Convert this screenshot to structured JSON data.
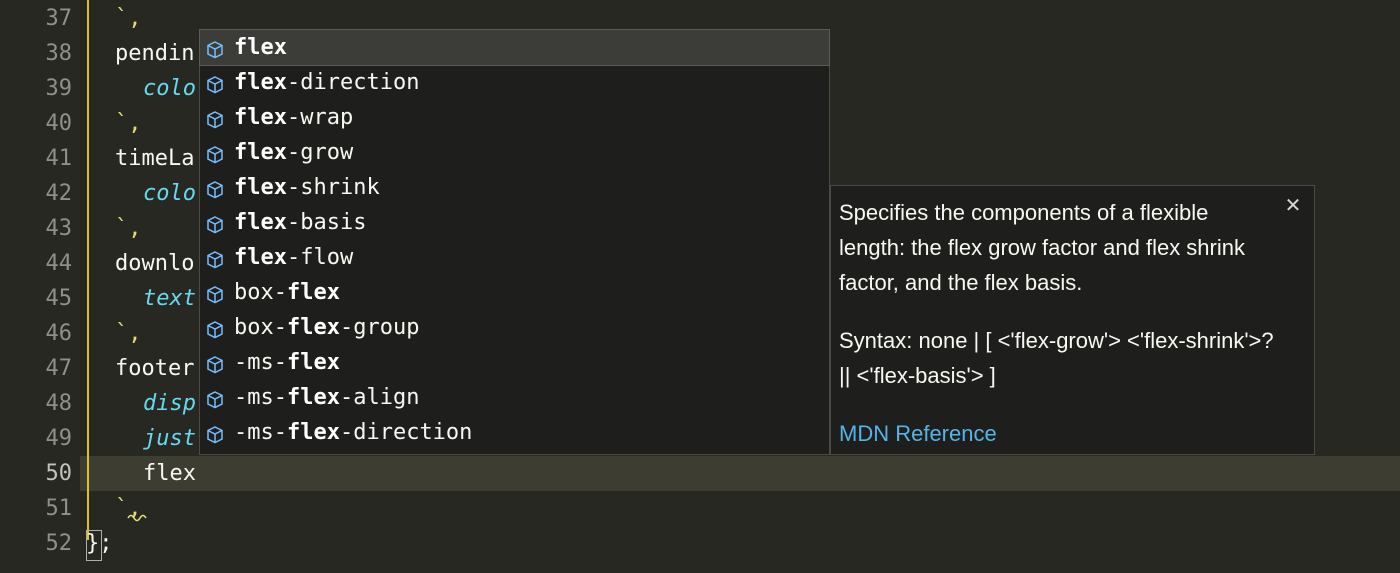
{
  "gutter": [
    "37",
    "38",
    "39",
    "40",
    "41",
    "42",
    "43",
    "44",
    "45",
    "46",
    "47",
    "48",
    "49",
    "50",
    "51",
    "52"
  ],
  "active_line": "50",
  "code": {
    "l37": "`,",
    "l38": "pendin",
    "l39": "colo",
    "l40": "`,",
    "l41": "timeLa",
    "l42": "colo",
    "l43": "`,",
    "l44": "downlo",
    "l45": "text",
    "l46": "`,",
    "l47": "footer",
    "l48": "disp",
    "l49": "just",
    "l50": "flex",
    "l51": "`,",
    "l52_brace": "}",
    "l52_semi": ";"
  },
  "suggestions": [
    {
      "pre": "",
      "match": "flex",
      "post": "",
      "icon": "property-cube-icon"
    },
    {
      "pre": "",
      "match": "flex",
      "post": "-direction",
      "icon": "property-cube-icon"
    },
    {
      "pre": "",
      "match": "flex",
      "post": "-wrap",
      "icon": "property-cube-icon"
    },
    {
      "pre": "",
      "match": "flex",
      "post": "-grow",
      "icon": "property-cube-icon"
    },
    {
      "pre": "",
      "match": "flex",
      "post": "-shrink",
      "icon": "property-cube-icon"
    },
    {
      "pre": "",
      "match": "flex",
      "post": "-basis",
      "icon": "property-cube-icon"
    },
    {
      "pre": "",
      "match": "flex",
      "post": "-flow",
      "icon": "property-cube-icon"
    },
    {
      "pre": "box-",
      "match": "flex",
      "post": "",
      "icon": "property-cube-icon"
    },
    {
      "pre": "box-",
      "match": "flex",
      "post": "-group",
      "icon": "property-cube-icon"
    },
    {
      "pre": "-ms-",
      "match": "flex",
      "post": "",
      "icon": "property-cube-icon"
    },
    {
      "pre": "-ms-",
      "match": "flex",
      "post": "-align",
      "icon": "property-cube-icon"
    },
    {
      "pre": "-ms-",
      "match": "flex",
      "post": "-direction",
      "icon": "property-cube-icon"
    }
  ],
  "docs": {
    "description": "Specifies the components of a flexible length: the flex grow factor and flex shrink factor, and the flex basis.",
    "syntax": "Syntax: none | [ <'flex-grow'> <'flex-shrink'>? || <'flex-basis'> ]",
    "reference": "MDN Reference",
    "close_icon": "close-icon"
  },
  "colors": {
    "background": "#272822",
    "property": "#66d9ef",
    "link": "#56b3e6",
    "indent_guide": "#e2c12a"
  }
}
